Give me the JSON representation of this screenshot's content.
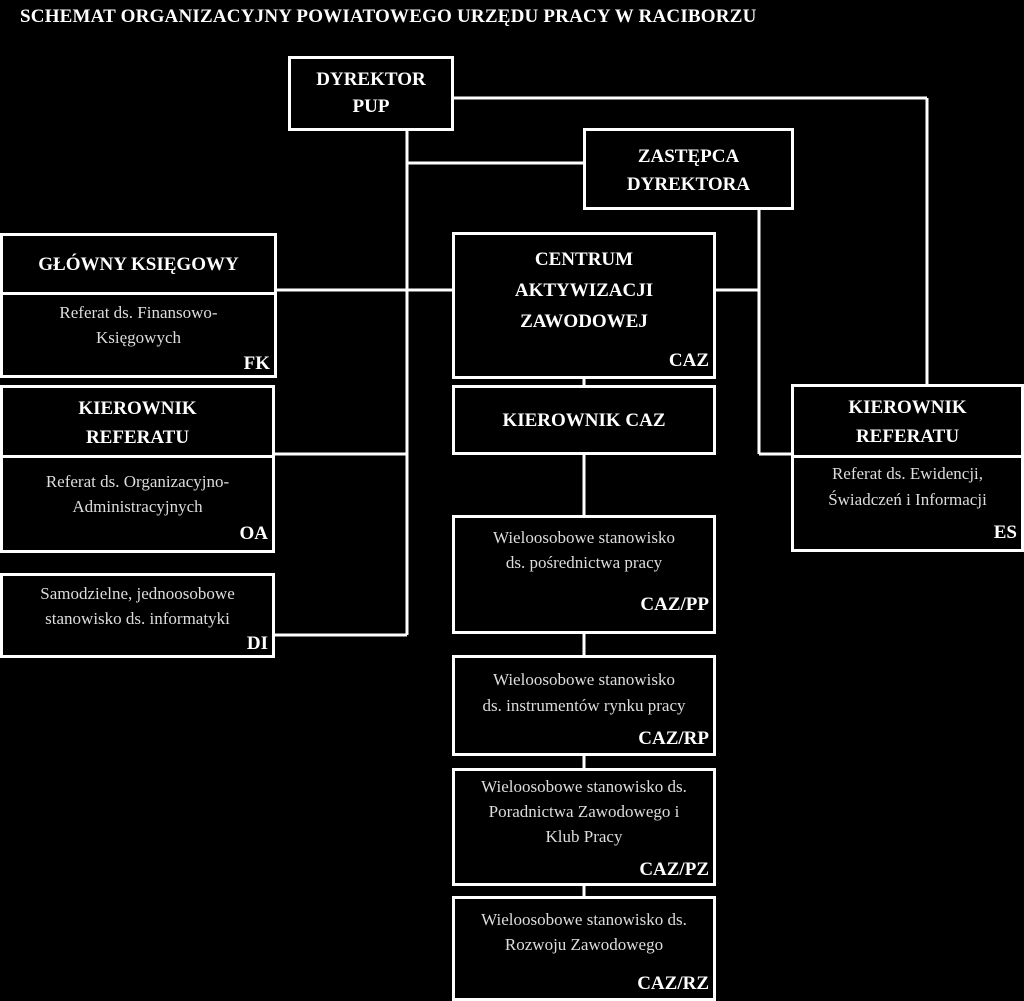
{
  "title": "SCHEMAT ORGANIZACYJNY POWIATOWEGO URZĘDU PRACY W RACIBORZU",
  "dyrektor": {
    "line1": "DYREKTOR",
    "line2": "PUP"
  },
  "zastepca": {
    "line1": "ZASTĘPCA",
    "line2": "DYREKTORA"
  },
  "glowny_ksiegowy": {
    "heading": "GŁÓWNY KSIĘGOWY",
    "dept_line1": "Referat  ds. Finansowo-",
    "dept_line2": "Księgowych",
    "code": "FK"
  },
  "kierownik_oa": {
    "heading_line1": "KIEROWNIK",
    "heading_line2": "REFERATU",
    "dept_line1": "Referat ds. Organizacyjno-",
    "dept_line2": "Administracyjnych",
    "code": "OA"
  },
  "informatyka": {
    "line1": "Samodzielne, jednoosobowe",
    "line2": "stanowisko ds. informatyki",
    "code": "DI"
  },
  "caz": {
    "line1": "CENTRUM",
    "line2": "AKTYWIZACJI",
    "line3": "ZAWODOWEJ",
    "code": "CAZ"
  },
  "kierownik_caz": {
    "heading": "KIEROWNIK CAZ"
  },
  "caz_pp": {
    "line1": "Wieloosobowe stanowisko",
    "line2": "ds. pośrednictwa pracy",
    "code": "CAZ/PP"
  },
  "caz_rp": {
    "line1": "Wieloosobowe stanowisko",
    "line2": "ds. instrumentów rynku pracy",
    "code": "CAZ/RP"
  },
  "caz_pz": {
    "line1": "Wieloosobowe stanowisko ds.",
    "line2": "Poradnictwa Zawodowego i",
    "line3": "Klub Pracy",
    "code": "CAZ/PZ"
  },
  "caz_rz": {
    "line1": "Wieloosobowe stanowisko ds.",
    "line2": "Rozwoju Zawodowego",
    "code": "CAZ/RZ"
  },
  "kierownik_es": {
    "heading_line1": "KIEROWNIK",
    "heading_line2": "REFERATU",
    "dept_line1": "Referat ds. Ewidencji,",
    "dept_line2": "Świadczeń i Informacji",
    "code": "ES"
  }
}
